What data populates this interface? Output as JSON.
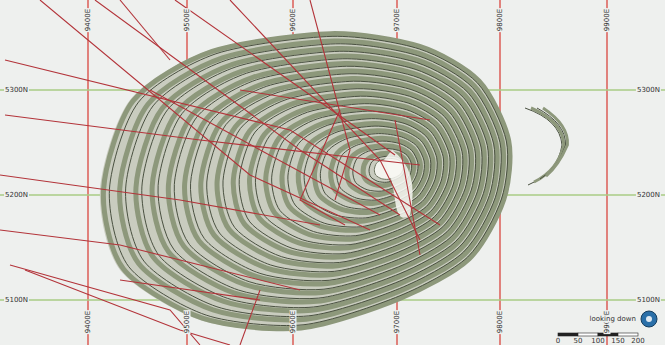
{
  "diagram": {
    "labels": [
      "9400E",
      "9500E",
      "9600E",
      "9700E",
      "9800E",
      "9900E",
      "9400E",
      "9500E",
      "9600E",
      "9700E",
      "9800E",
      "9900E",
      "5300N",
      "5200N",
      "5100N",
      "5300N",
      "5200N",
      "5100N",
      "0",
      "50",
      "100",
      "150",
      "200",
      "looking down"
    ]
  }
}
